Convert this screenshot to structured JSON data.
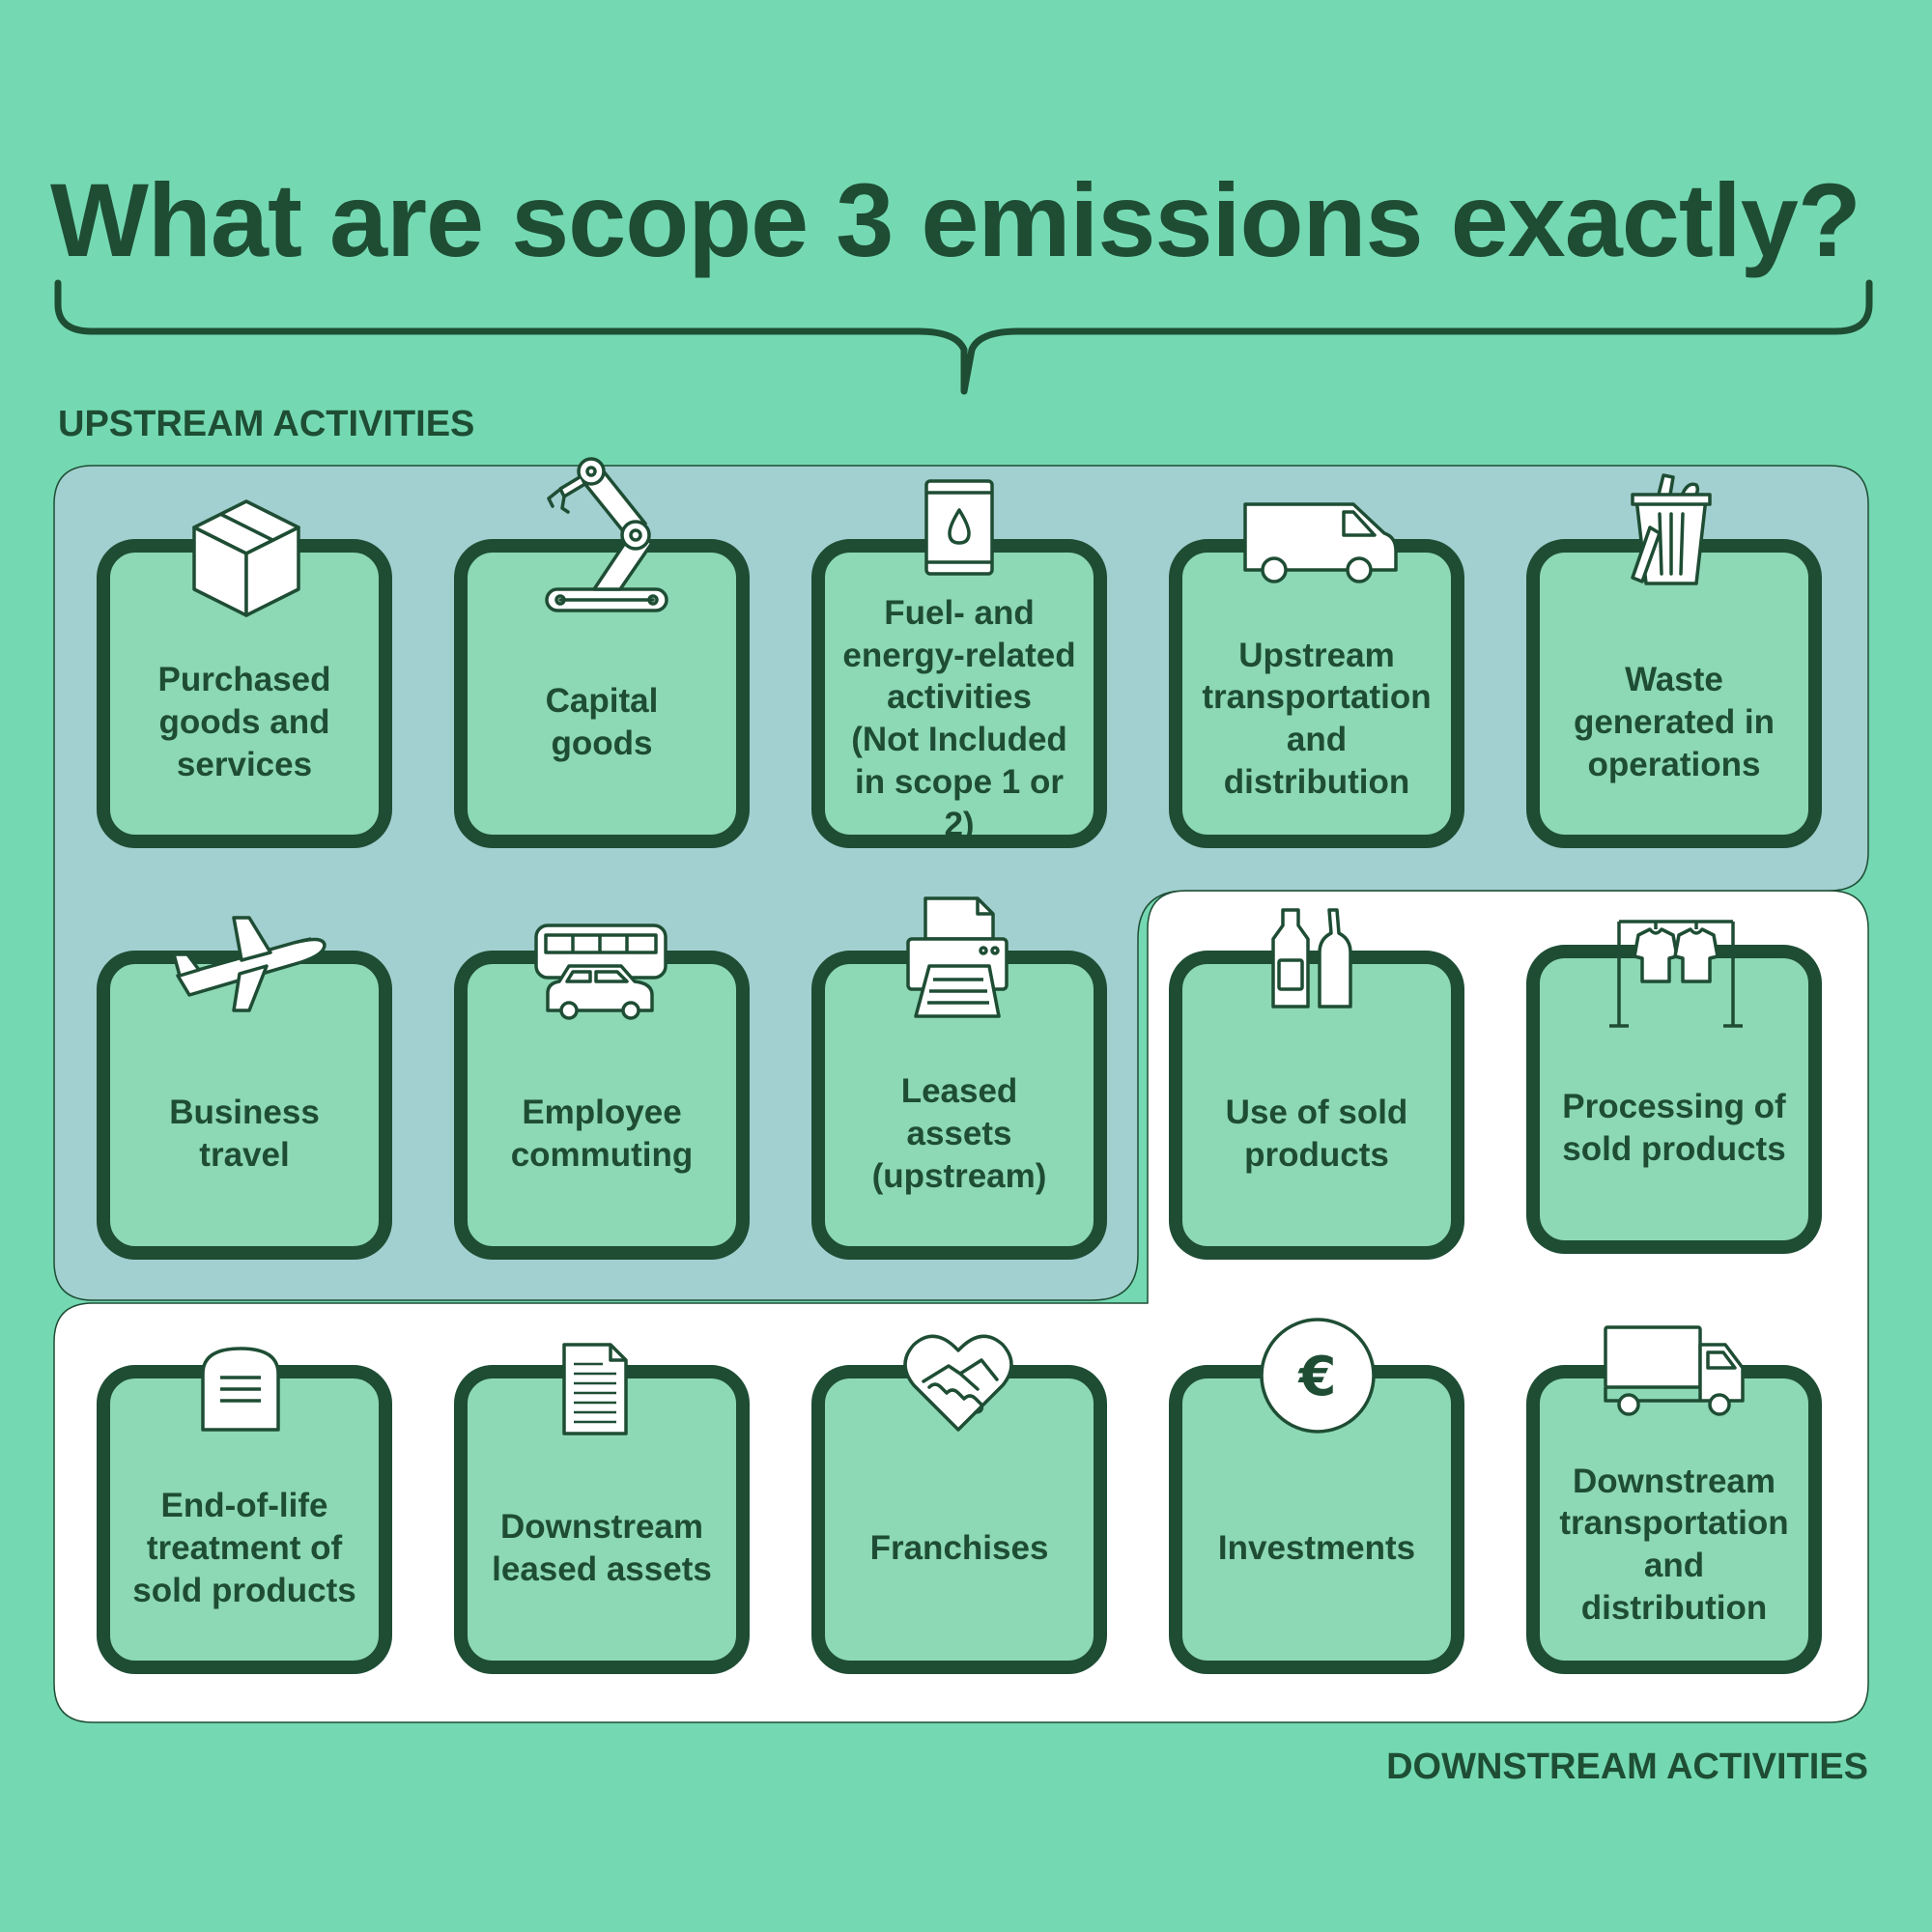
{
  "title": "What are scope 3 emissions exactly?",
  "upstream_label": "UPSTREAM ACTIVITIES",
  "downstream_label": "DOWNSTREAM ACTIVITIES",
  "colors": {
    "background": "#74d9b2",
    "upstream_panel": "#a2cfcf",
    "downstream_panel": "#ffffff",
    "card_fill": "#8dd8b5",
    "dark_green": "#1e4d34"
  },
  "cards": [
    {
      "label": "Purchased\ngoods and\nservices",
      "icon": "box-icon",
      "group": "upstream"
    },
    {
      "label": "Capital\ngoods",
      "icon": "robot-arm-icon",
      "group": "upstream"
    },
    {
      "label": "Fuel- and\nenergy-related\nactivities\n(Not Included\nin scope 1 or 2)",
      "icon": "oil-barrel-icon",
      "group": "upstream"
    },
    {
      "label": "Upstream\ntransportation\nand\ndistribution",
      "icon": "van-icon",
      "group": "upstream"
    },
    {
      "label": "Waste\ngenerated in\noperations",
      "icon": "trash-bin-icon",
      "group": "upstream"
    },
    {
      "label": "Business\ntravel",
      "icon": "airplane-icon",
      "group": "upstream"
    },
    {
      "label": "Employee\ncommuting",
      "icon": "bus-and-car-icon",
      "group": "upstream"
    },
    {
      "label": "Leased\nassets\n(upstream)",
      "icon": "printer-icon",
      "group": "upstream"
    },
    {
      "label": "Use of sold\nproducts",
      "icon": "bottles-icon",
      "group": "downstream"
    },
    {
      "label": "Processing of\nsold products",
      "icon": "clothes-rack-icon",
      "group": "downstream"
    },
    {
      "label": "End-of-life\ntreatment of\nsold products",
      "icon": "gravestone-icon",
      "group": "downstream"
    },
    {
      "label": "Downstream\nleased assets",
      "icon": "document-icon",
      "group": "downstream"
    },
    {
      "label": "Franchises",
      "icon": "handshake-heart-icon",
      "group": "downstream"
    },
    {
      "label": "Investments",
      "icon": "euro-coin-icon",
      "group": "downstream"
    },
    {
      "label": "Downstream\ntransportation\nand\ndistribution",
      "icon": "truck-icon",
      "group": "downstream"
    }
  ]
}
